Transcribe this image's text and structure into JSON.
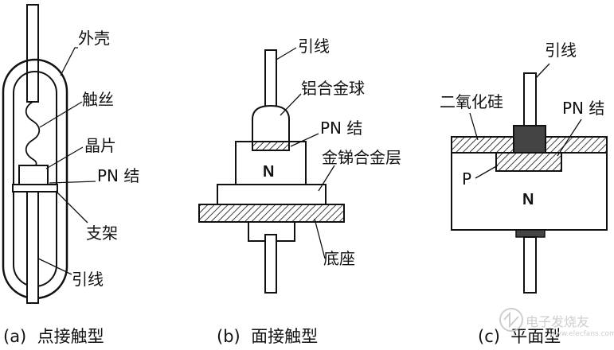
{
  "diagrams": [
    {
      "id": "a",
      "caption": "(a)  点接触型",
      "labels": {
        "shell": "外壳",
        "whisker": "触丝",
        "chip": "晶片",
        "pn": "PN 结",
        "bracket": "支架",
        "lead": "引线"
      }
    },
    {
      "id": "b",
      "caption": "(b)  面接触型",
      "labels": {
        "lead": "引线",
        "ball": "铝合金球",
        "pn": "PN 结",
        "alloy": "金锑合金层",
        "base": "底座",
        "n_region": "N"
      }
    },
    {
      "id": "c",
      "caption": "(c)  平面型",
      "labels": {
        "lead": "引线",
        "oxide": "二氧化硅",
        "pn": "PN 结",
        "p_region": "P",
        "n_region": "N"
      }
    }
  ],
  "watermark": {
    "text": "电子发烧友",
    "url": "www.elecfans.com"
  }
}
